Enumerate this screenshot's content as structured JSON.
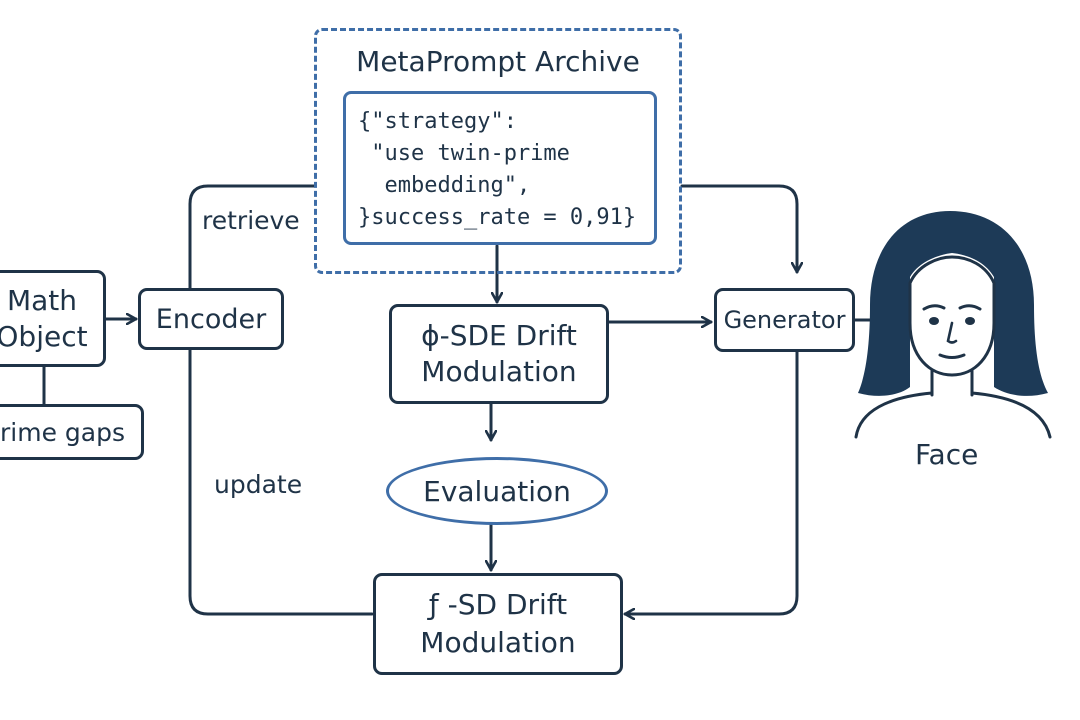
{
  "diagram": {
    "archive": {
      "title": "MetaPrompt Archive",
      "code_lines": [
        "{\"strategy\":",
        " \"use twin-prime",
        "  embedding\",",
        "}success_rate = 0,91}"
      ]
    },
    "nodes": {
      "math_object": [
        "Math",
        "Object"
      ],
      "prime_gaps": "Prime gaps",
      "encoder": "Encoder",
      "phi_sde": [
        "ϕ-SDE Drift",
        "Modulation"
      ],
      "evaluation": "Evaluation",
      "f_sd": [
        "ƒ -SD Drift",
        "Modulation"
      ],
      "generator": "Generator",
      "face": "Face"
    },
    "edge_labels": {
      "retrieve": "retrieve",
      "update": "update"
    },
    "colors": {
      "stroke": "#1f3347",
      "accent": "#3f6ea8",
      "face_hair": "#1d3a57"
    }
  }
}
